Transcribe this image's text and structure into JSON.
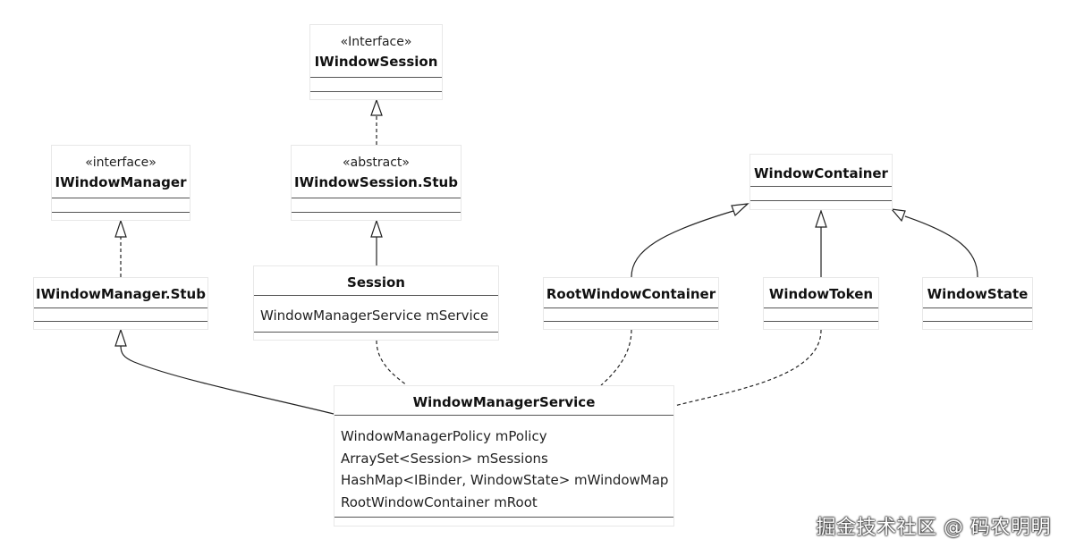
{
  "classes": {
    "iwindowsession": {
      "stereotype": "«Interface»",
      "name": "IWindowSession",
      "attributes": []
    },
    "iwindowsession_stub": {
      "stereotype": "«abstract»",
      "name": "IWindowSession.Stub",
      "attributes": []
    },
    "iwindowmanager": {
      "stereotype": "«interface»",
      "name": "IWindowManager",
      "attributes": []
    },
    "iwindowmanager_stub": {
      "name": "IWindowManager.Stub",
      "attributes": []
    },
    "session": {
      "name": "Session",
      "attributes": [
        "WindowManagerService mService"
      ]
    },
    "windowcontainer": {
      "name": "WindowContainer",
      "attributes": []
    },
    "rootwindowcontainer": {
      "name": "RootWindowContainer",
      "attributes": []
    },
    "windowtoken": {
      "name": "WindowToken",
      "attributes": []
    },
    "windowstate": {
      "name": "WindowState",
      "attributes": []
    },
    "windowmanagerservice": {
      "name": "WindowManagerService",
      "attributes": [
        "WindowManagerPolicy mPolicy",
        "ArraySet<Session> mSessions",
        "HashMap<IBinder, WindowState> mWindowMap",
        "RootWindowContainer mRoot"
      ]
    }
  },
  "relations": [
    {
      "from": "IWindowSession.Stub",
      "to": "IWindowSession",
      "kind": "realization"
    },
    {
      "from": "Session",
      "to": "IWindowSession.Stub",
      "kind": "inheritance"
    },
    {
      "from": "IWindowManager.Stub",
      "to": "IWindowManager",
      "kind": "realization"
    },
    {
      "from": "WindowManagerService",
      "to": "IWindowManager.Stub",
      "kind": "inheritance"
    },
    {
      "from": "Session",
      "to": "WindowManagerService",
      "kind": "dependency"
    },
    {
      "from": "RootWindowContainer",
      "to": "WindowManagerService",
      "kind": "dependency"
    },
    {
      "from": "WindowToken",
      "to": "WindowManagerService",
      "kind": "dependency"
    },
    {
      "from": "RootWindowContainer",
      "to": "WindowContainer",
      "kind": "inheritance"
    },
    {
      "from": "WindowToken",
      "to": "WindowContainer",
      "kind": "inheritance"
    },
    {
      "from": "WindowState",
      "to": "WindowContainer",
      "kind": "inheritance"
    }
  ],
  "watermark": "掘金技术社区 @ 码农明明"
}
